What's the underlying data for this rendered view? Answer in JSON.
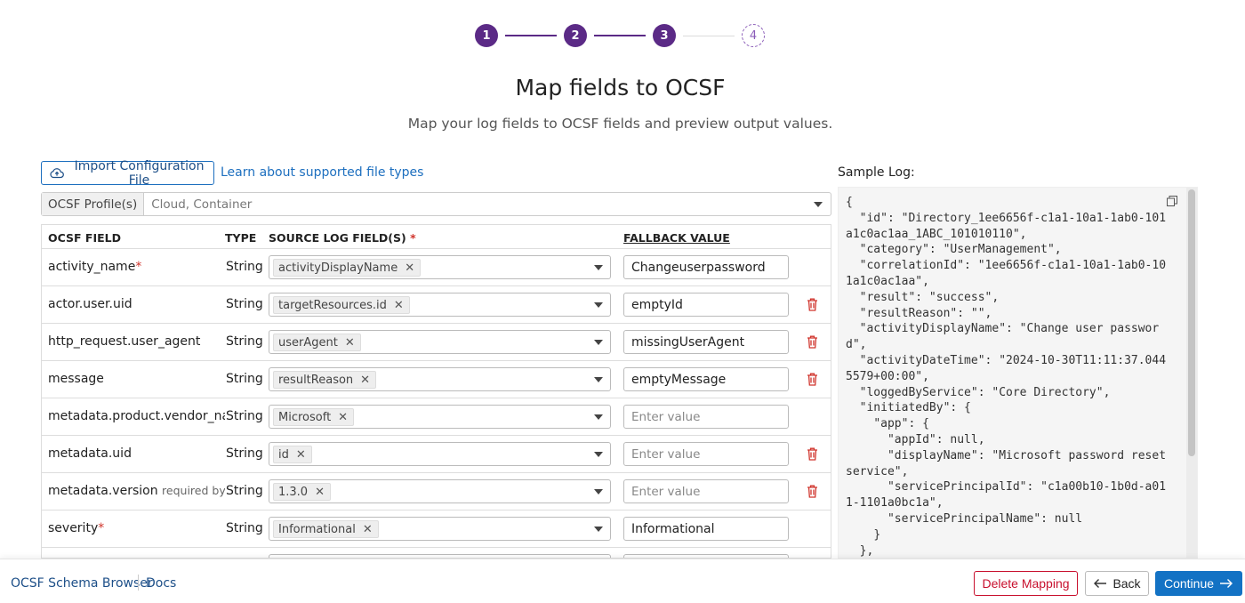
{
  "stepper": {
    "steps": [
      "1",
      "2",
      "3",
      "4"
    ],
    "current": 3
  },
  "header": {
    "title": "Map fields to OCSF",
    "subtitle": "Map your log fields to OCSF fields and preview output values."
  },
  "toolbar": {
    "import_label": "Import Configuration File",
    "learn_link": "Learn about supported file types"
  },
  "profile": {
    "label": "OCSF Profile(s)",
    "placeholder": "Cloud, Container"
  },
  "table": {
    "headers": {
      "field": "OCSF FIELD",
      "type": "TYPE",
      "source": "SOURCE LOG FIELD(S)",
      "source_req": "*",
      "fallback": "FALLBACK VALUE"
    },
    "rows": [
      {
        "field": "activity_name",
        "required": "*",
        "hint": "",
        "type": "String",
        "source": "activityDisplayName",
        "fallback": "Changeuserpassword",
        "fallback_placeholder": "",
        "deletable": false
      },
      {
        "field": "actor.user.uid",
        "required": "",
        "hint": "",
        "type": "String",
        "source": "targetResources.id",
        "fallback": "emptyId",
        "fallback_placeholder": "",
        "deletable": true
      },
      {
        "field": "http_request.user_agent",
        "required": "",
        "hint": "",
        "type": "String",
        "source": "userAgent",
        "fallback": "missingUserAgent",
        "fallback_placeholder": "",
        "deletable": true
      },
      {
        "field": "message",
        "required": "",
        "hint": "",
        "type": "String",
        "source": "resultReason",
        "fallback": "emptyMessage",
        "fallback_placeholder": "",
        "deletable": true
      },
      {
        "field": "metadata.product.vendor_name",
        "required": "",
        "hint": "",
        "type": "String",
        "source": "Microsoft",
        "fallback": "",
        "fallback_placeholder": "Enter value",
        "deletable": false
      },
      {
        "field": "metadata.uid",
        "required": "",
        "hint": "",
        "type": "String",
        "source": "id",
        "fallback": "",
        "fallback_placeholder": "Enter value",
        "deletable": true
      },
      {
        "field": "metadata.version",
        "required": "",
        "hint": "required by oth",
        "type": "String",
        "source": "1.3.0",
        "fallback": "",
        "fallback_placeholder": "Enter value",
        "deletable": true
      },
      {
        "field": "severity",
        "required": "*",
        "hint": "",
        "type": "String",
        "source": "Informational",
        "fallback": "Informational",
        "fallback_placeholder": "",
        "deletable": false
      }
    ]
  },
  "sample_log": {
    "label": "Sample Log:",
    "content": "{\n  \"id\": \"Directory_1ee6656f-c1a1-10a1-1ab0-101a1c0ac1aa_1ABC_101010110\",\n  \"category\": \"UserManagement\",\n  \"correlationId\": \"1ee6656f-c1a1-10a1-1ab0-101a1c0ac1aa\",\n  \"result\": \"success\",\n  \"resultReason\": \"\",\n  \"activityDisplayName\": \"Change user password\",\n  \"activityDateTime\": \"2024-10-30T11:11:37.0445579+00:00\",\n  \"loggedByService\": \"Core Directory\",\n  \"initiatedBy\": {\n    \"app\": {\n      \"appId\": null,\n      \"displayName\": \"Microsoft password reset service\",\n      \"servicePrincipalId\": \"c1a00b10-1b0d-a011-1101a0bc1a\",\n      \"servicePrincipalName\": null\n    }\n  },"
  },
  "footer": {
    "schema_link": "OCSF Schema Browser",
    "docs_link": "Docs",
    "delete_label": "Delete Mapping",
    "back_label": "Back",
    "continue_label": "Continue"
  },
  "colors": {
    "accent": "#5b2a86",
    "primary": "#1372c4",
    "danger": "#c8102e"
  }
}
